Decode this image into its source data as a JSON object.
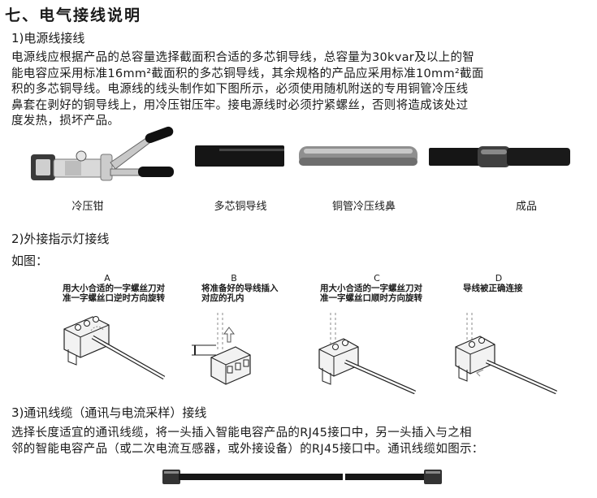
{
  "title": "七、电气接线说明",
  "sec1": {
    "heading": "1)电源线接线",
    "para": [
      "电源线应根据产品的总容量选择截面积合适的多芯铜导线，总容量为30kvar及以上的智",
      "能电容应采用标准16mm²截面积的多芯铜导线，其余规格的产品应采用标准10mm²截面",
      "积的多芯铜导线。电源线的线头制作如下图所示，必须使用随机附送的专用铜管冷压线",
      "鼻套在剥好的铜导线上，用冷压钳压牢。接电源线时必须拧紧螺丝，否则将造成该处过",
      "度发热，损坏产品。"
    ],
    "captions": [
      "冷压钳",
      "多芯铜导线",
      "铜管冷压线鼻",
      "成品"
    ]
  },
  "sec2": {
    "heading": "2)外接指示灯接线",
    "intro": "如图：",
    "steps": [
      {
        "letter": "A",
        "l1": "用大小合适的一字螺丝刀对",
        "l2": "准一字螺丝口逆时方向旋转"
      },
      {
        "letter": "B",
        "l1": "将准备好的导线插入",
        "l2": "对应的孔内"
      },
      {
        "letter": "C",
        "l1": "用大小合适的一字螺丝刀对",
        "l2": "准一字螺丝口顺时方向旋转"
      },
      {
        "letter": "D",
        "l1": "导线被正确连接",
        "l2": ""
      }
    ]
  },
  "sec3": {
    "heading": "3)通讯线缆（通讯与电流采样）接线",
    "para": [
      "选择长度适宜的通讯线缆，将一头插入智能电容产品的RJ45接口中，另一头插入与之相",
      "邻的智能电容产品（或二次电流互感器，或外接设备）的RJ45接口中。通讯线缆如图示："
    ]
  }
}
